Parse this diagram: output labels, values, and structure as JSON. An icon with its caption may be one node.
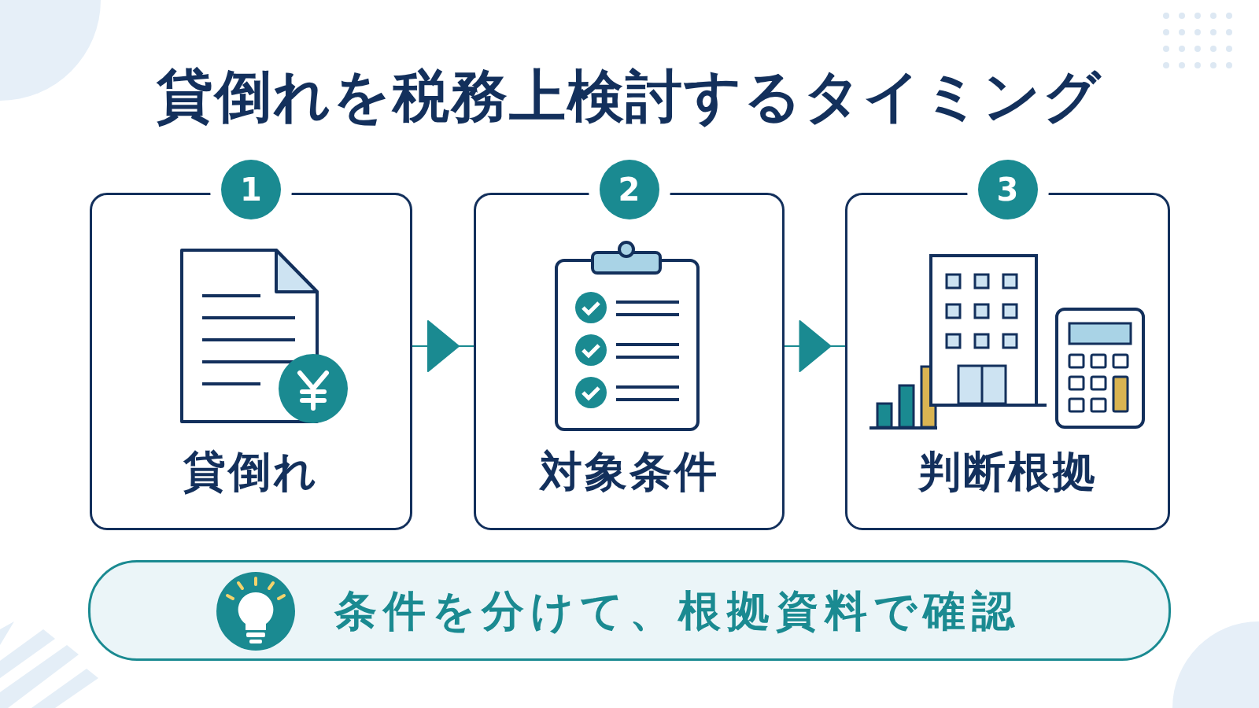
{
  "diagram": {
    "title": "貸倒れを税務上検討するタイミング",
    "nodes": [
      {
        "text": [
          "1",
          "貸倒れ"
        ]
      },
      {
        "text": [
          "2",
          "対象条件"
        ]
      },
      {
        "text": [
          "3",
          "判断根拠"
        ]
      },
      {
        "text": [
          "条件を分けて、根拠資料で確認"
        ]
      }
    ],
    "edges": [
      {
        "from": 0,
        "to": 1,
        "arrow": "to"
      },
      {
        "from": 1,
        "to": 2,
        "arrow": "to"
      }
    ]
  }
}
